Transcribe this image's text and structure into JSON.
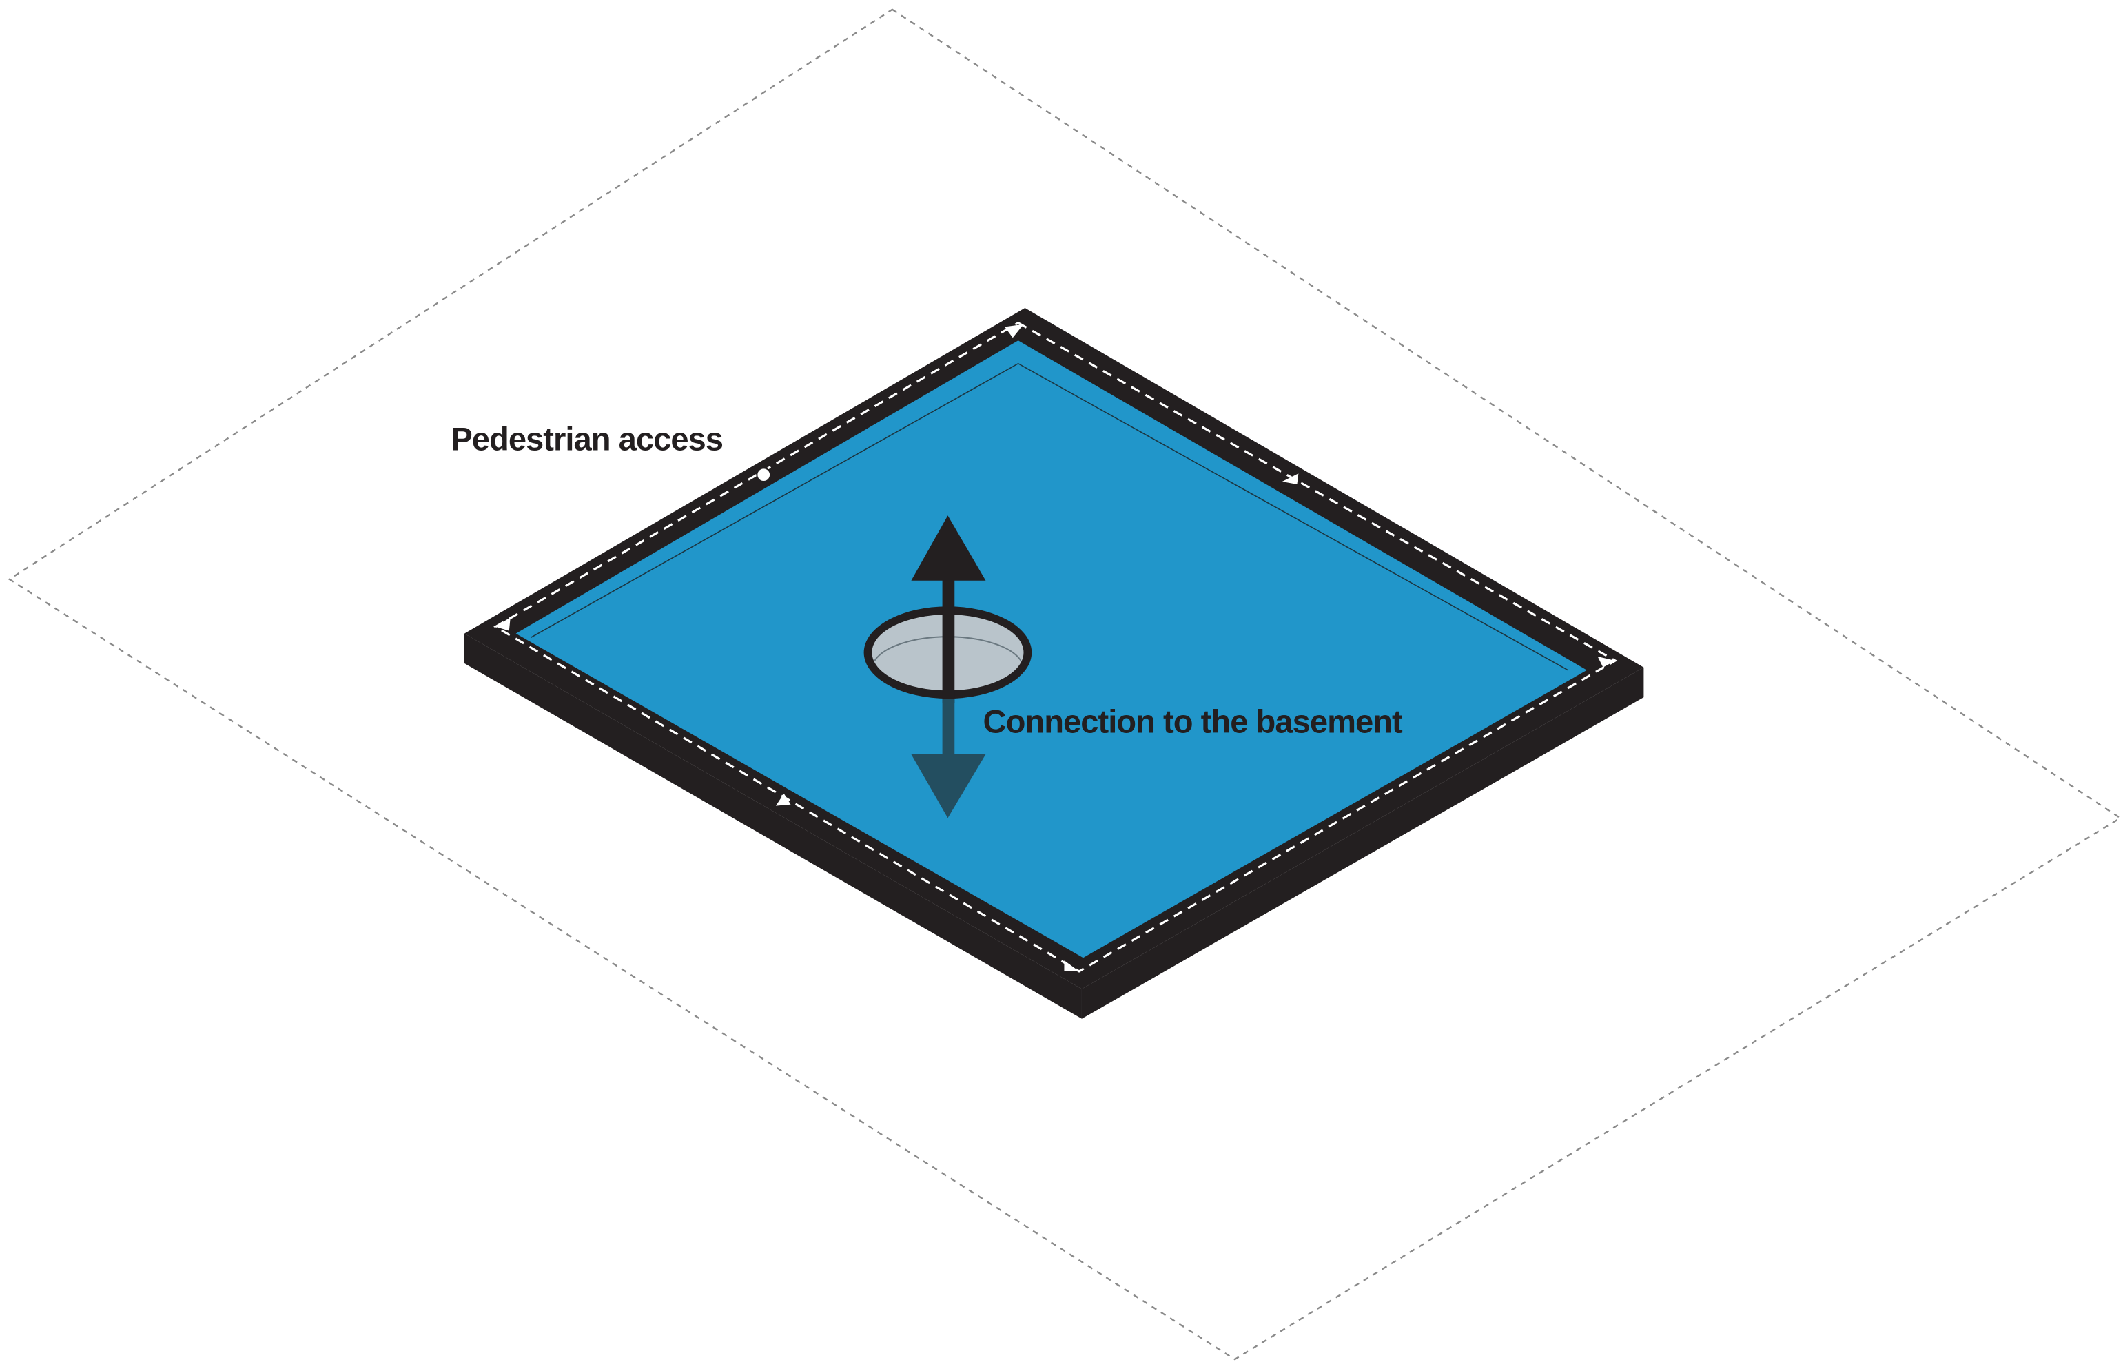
{
  "labels": {
    "pedestrian_access": "Pedestrian access",
    "basement_connection": "Connection to the basement"
  },
  "colors": {
    "plaza_fill": "#2196ca",
    "frame": "#231f20",
    "path_dash": "#ffffff",
    "opening_fill": "#b9c4cb",
    "arrow_up": "#231f20",
    "arrow_down": "#234e60",
    "site_boundary": "#8a8a8a",
    "label_text": "#231f20"
  },
  "icons": {
    "vertical_arrow": "up-down-arrow",
    "path_markers": "triangle-direction-marker"
  }
}
